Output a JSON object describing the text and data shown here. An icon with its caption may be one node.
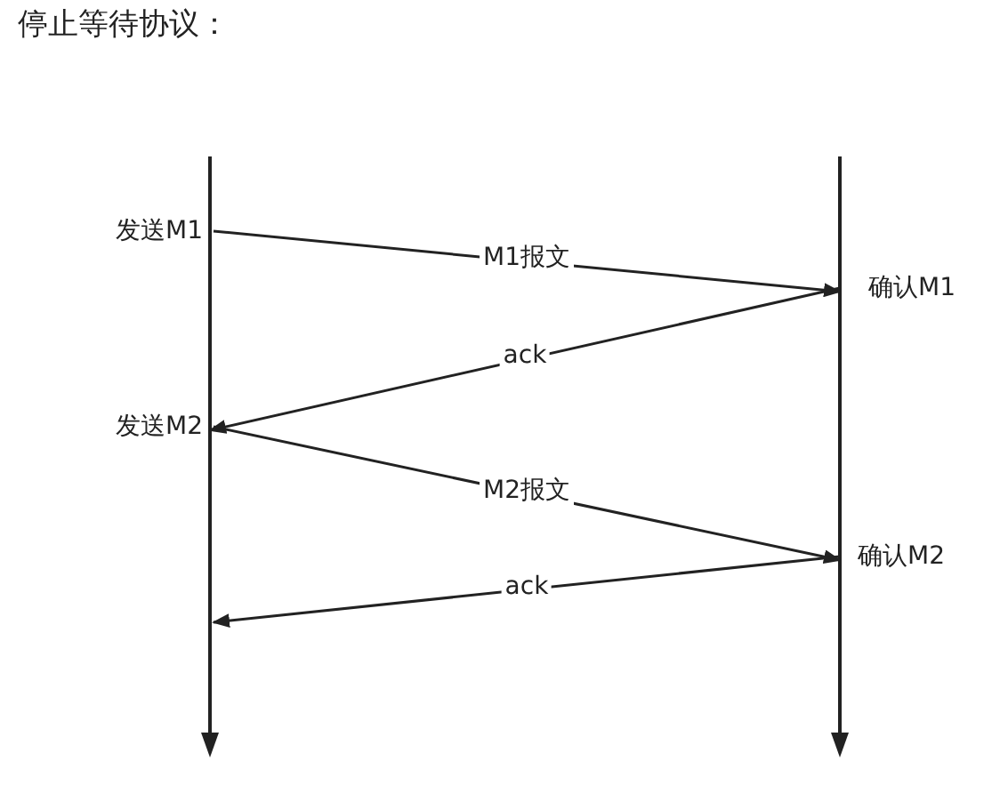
{
  "diagram": {
    "title": "停止等待协议：",
    "nodes": [
      {
        "text": [
          "发送M1"
        ]
      },
      {
        "text": [
          "确认M1"
        ]
      },
      {
        "text": [
          "发送M2"
        ]
      },
      {
        "text": [
          "确认M2"
        ]
      }
    ],
    "edges": [
      {
        "from": 0,
        "to": 1,
        "arrow": "to",
        "label": "M1报文"
      },
      {
        "from": 1,
        "to": 2,
        "arrow": "to",
        "label": "ack"
      },
      {
        "from": 2,
        "to": 3,
        "arrow": "to",
        "label": "M2报文"
      },
      {
        "from": 3,
        "to": null,
        "arrow": "to",
        "label": "ack"
      }
    ]
  }
}
